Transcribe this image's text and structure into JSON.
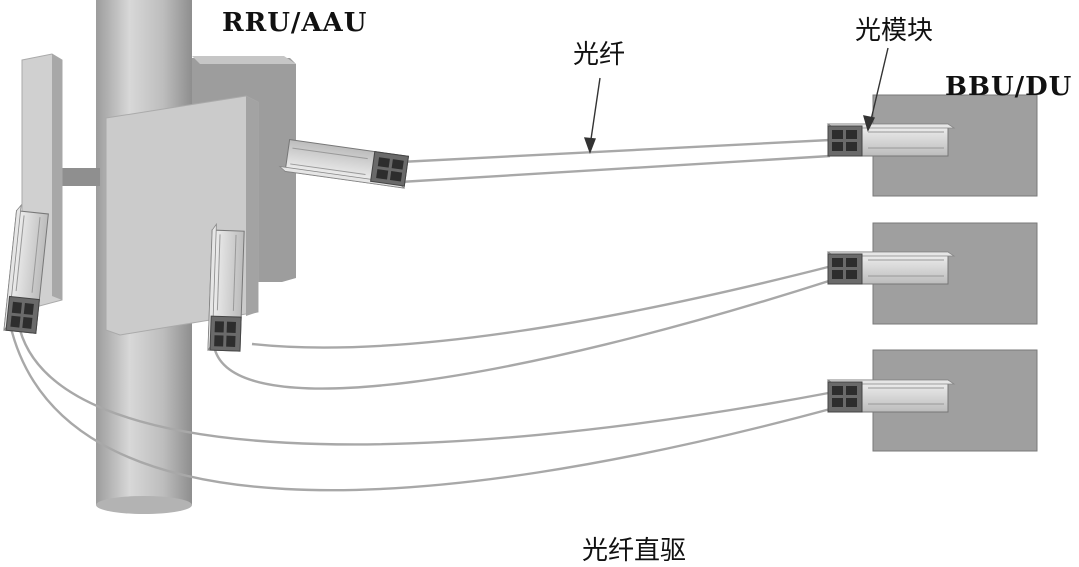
{
  "labels": {
    "rru_aau": "RRU/AAU",
    "fiber": "光纤",
    "optical_module": "光模块",
    "bbu_du": "BBU/DU",
    "caption": "光纤直驱"
  },
  "colors": {
    "pole": "#b9b9b9",
    "panel": "#c4c4c4",
    "bbu_box": "#9e9e9e",
    "fiber": "#aaaaaa",
    "module": "#d8d8d8"
  }
}
